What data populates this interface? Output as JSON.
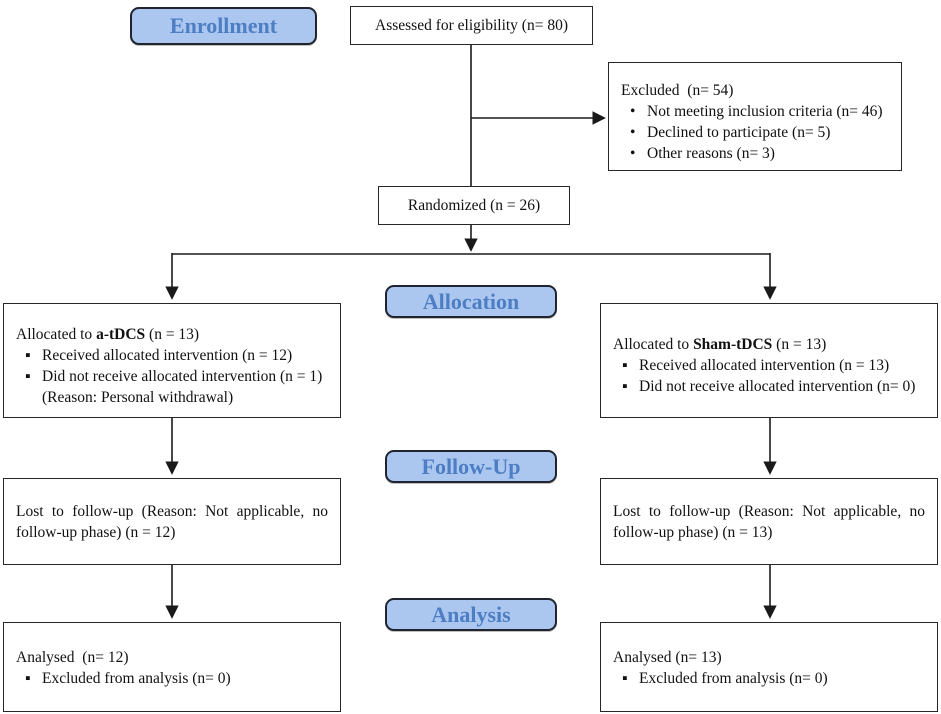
{
  "figure": "CONSORT participant flow diagram",
  "colors": {
    "stage_label_fill": "#abc7f0",
    "stage_label_border": "#20242f",
    "stage_label_text": "#4d7ec3",
    "box_border": "#262626",
    "connector": "#1a1a1a",
    "body_text": "#111111"
  },
  "glyphs": {
    "bullet_round": "•",
    "bullet_square": "▪"
  },
  "stages": {
    "enrollment": "Enrollment",
    "allocation": "Allocation",
    "followup": "Follow-Up",
    "analysis": "Analysis"
  },
  "boxes": {
    "assessed": {
      "text": "Assessed for eligibility (n= 80)"
    },
    "excluded": {
      "title": "Excluded  (n= 54)",
      "bullets": [
        "Not meeting inclusion criteria (n= 46)",
        "Declined to participate (n= 5)",
        "Other reasons (n= 3)"
      ]
    },
    "randomized": {
      "text": "Randomized (n = 26)"
    },
    "allocation_left": {
      "title_prefix": "Allocated to ",
      "title_bold": "a-tDCS",
      "title_suffix": " (n = 13)",
      "bullets": [
        "Received allocated intervention (n = 12)",
        "Did not receive allocated intervention (n = 1)"
      ],
      "note": "(Reason: Personal withdrawal)"
    },
    "allocation_right": {
      "title_prefix": "Allocated to ",
      "title_bold": "Sham-tDCS",
      "title_suffix": " (n = 13)",
      "bullets": [
        "Received allocated intervention (n = 13)",
        "Did not receive allocated intervention (n= 0)"
      ]
    },
    "followup_left": {
      "text": "Lost to follow-up (Reason: Not applicable, no follow-up phase) (n = 12)"
    },
    "followup_right": {
      "text": "Lost to follow-up (Reason: Not applicable, no follow-up phase) (n = 13)"
    },
    "analysis_left": {
      "title": "Analysed  (n= 12)",
      "bullets": [
        "Excluded from analysis (n= 0)"
      ]
    },
    "analysis_right": {
      "title": "Analysed (n= 13)",
      "bullets": [
        "Excluded from analysis (n= 0)"
      ]
    }
  }
}
